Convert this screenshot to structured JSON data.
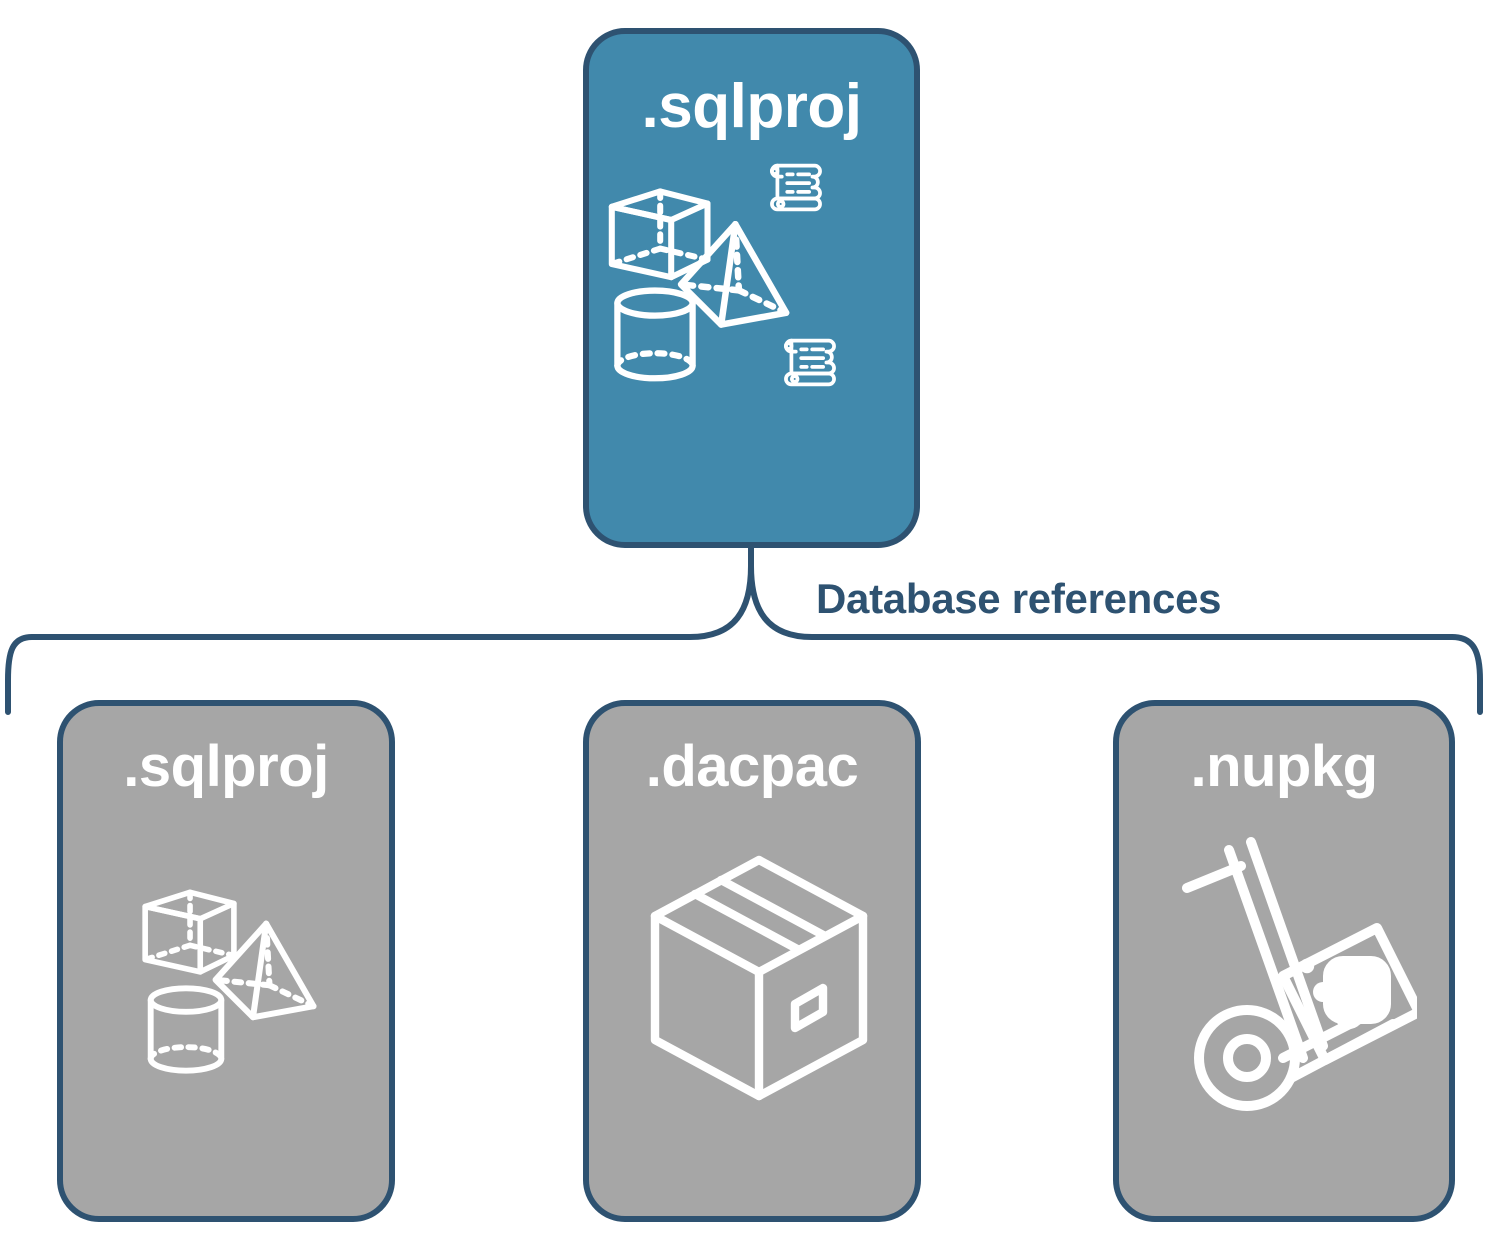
{
  "diagram": {
    "title_root": ".sqlproj",
    "connector_label": "Database references",
    "colors": {
      "accent_blue": "#4189ac",
      "outline_navy": "#2e5271",
      "node_gray": "#a6a6a6",
      "icon_white": "#ffffff",
      "background": "#ffffff"
    },
    "root_node": {
      "label": ".sqlproj",
      "fill": "#4189ac",
      "icons": [
        "cube-3d-icon",
        "pyramid-3d-icon",
        "cylinder-3d-icon",
        "script-scroll-icon",
        "script-scroll-icon"
      ]
    },
    "reference_nodes": [
      {
        "label": ".sqlproj",
        "fill": "#a6a6a6",
        "icons": [
          "cube-3d-icon",
          "pyramid-3d-icon",
          "cylinder-3d-icon"
        ]
      },
      {
        "label": ".dacpac",
        "fill": "#a6a6a6",
        "icons": [
          "package-box-icon"
        ]
      },
      {
        "label": ".nupkg",
        "fill": "#a6a6a6",
        "icons": [
          "hand-truck-nuget-icon"
        ]
      }
    ]
  }
}
